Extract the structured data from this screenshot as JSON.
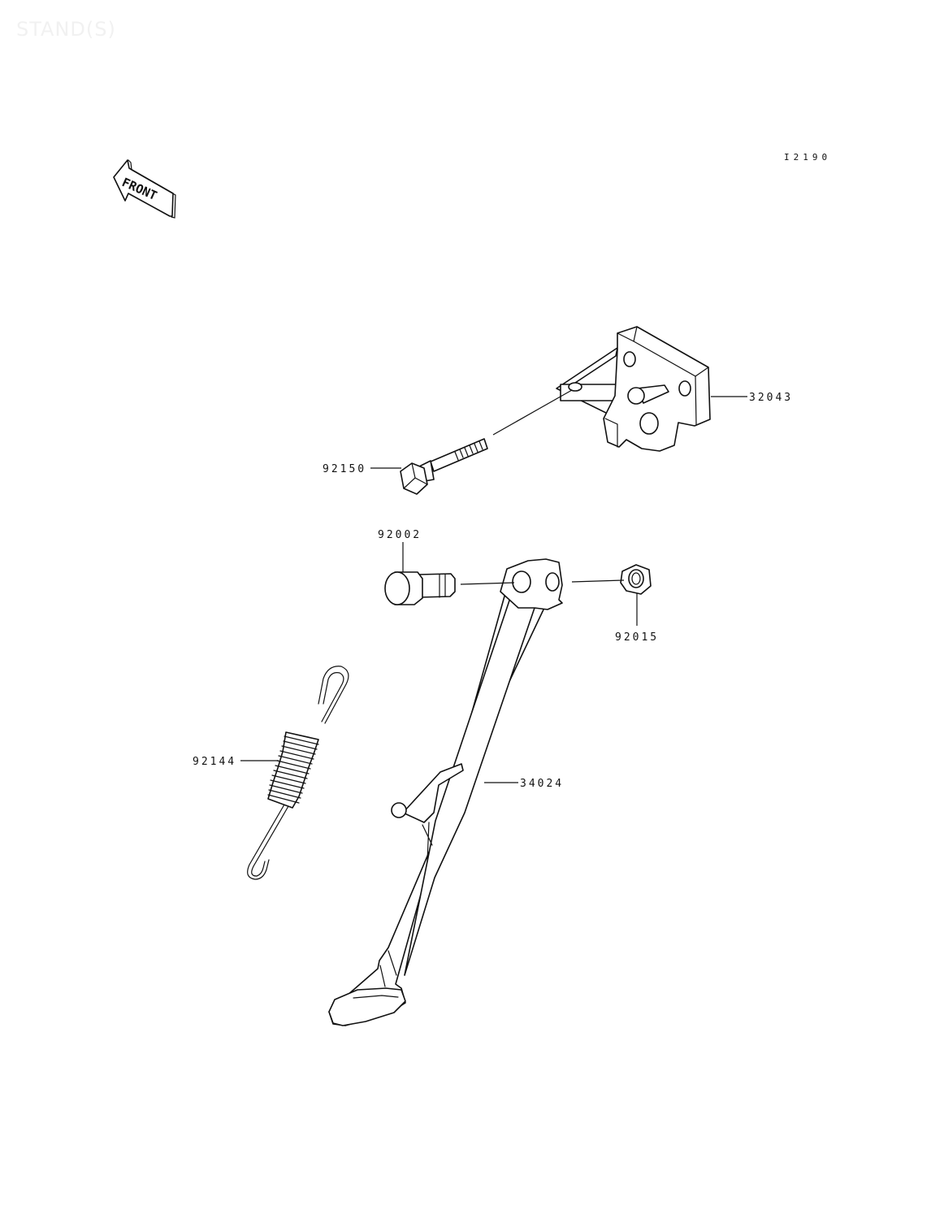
{
  "header": {
    "watermark": "STAND(S)",
    "diagram_id": "I2190"
  },
  "front_arrow": {
    "label": "FRONT"
  },
  "parts": [
    {
      "number": "32043",
      "name": "bracket"
    },
    {
      "number": "92150",
      "name": "bolt"
    },
    {
      "number": "92002",
      "name": "bolt"
    },
    {
      "number": "92015",
      "name": "nut"
    },
    {
      "number": "92144",
      "name": "spring"
    },
    {
      "number": "34024",
      "name": "side-stand"
    }
  ],
  "colors": {
    "line": "#111111",
    "background": "#ffffff",
    "watermark": "#f1f1f1"
  }
}
